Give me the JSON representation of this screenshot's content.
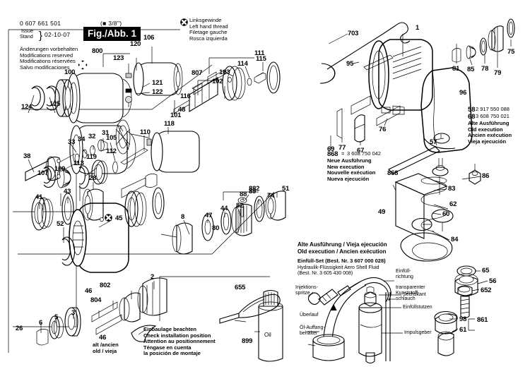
{
  "header": {
    "part_number": "0 607 661 501",
    "size": "(■ 3/8\")",
    "issue_label": "Issue",
    "stand_label": "Stand",
    "issue_date": "02-10-07",
    "figure": "Fig./Abb. 1",
    "notes": [
      "Änderungen vorbehalten",
      "Modifications reserved",
      "Modifications réservées",
      "Salvo modificaciones"
    ]
  },
  "left_thread_note": {
    "icon": "left-hand-thread-icon",
    "lines": [
      "Linksgewinde",
      "Left hand thread",
      "Filetage gauche",
      "Rosca izquierda"
    ]
  },
  "old_exec_note": {
    "rows": [
      {
        "ref": "58",
        "number": "2 917 550 088"
      },
      {
        "ref": "68",
        "number": "3 608 750 021"
      }
    ],
    "lines": [
      "Alte Ausführung",
      "Old execution",
      "Ancien exécution",
      "Vieja ejecución"
    ]
  },
  "new_exec_note": {
    "ref": "868",
    "equals": "=",
    "number": "3 608 750 042",
    "lines": [
      "Neue Ausführung",
      "New execution",
      "Nouvelle exécution",
      "Nueva ejecución"
    ],
    "callout": "868"
  },
  "install_note": {
    "lines": [
      "Einbaulage beachten",
      "Check installation position",
      "Attention au positionnement",
      "Téngase en cuenta",
      "la posición de montaje"
    ]
  },
  "old_variant_note": {
    "ref": "46",
    "lines": [
      "alt /ancien",
      "old / vieja"
    ]
  },
  "fill_set": {
    "title_lines": [
      "Alte Ausführung / Vieja ejecución",
      "Old execution / Ancien exécution"
    ],
    "set_line": "Einfüll-Set (Best. Nr. 3 607 000 028)",
    "fluid_lines": [
      "Hydraulik-Flüssigkeit Aero Shell Fluid",
      "(Best. Nr. 3 605 430 008)"
    ],
    "callouts": [
      {
        "name": "injection-syringe",
        "text": "Injektions-\nspritze"
      },
      {
        "name": "overflow",
        "text": "Überlauf"
      },
      {
        "name": "oil-collector",
        "text": "Öl-Auffang-\nbehälter"
      },
      {
        "name": "fill-direction",
        "text": "Einfüll-\nrichtung"
      },
      {
        "name": "plastic-hose",
        "text": "transparenter\nKunststoff-\nschlauch"
      },
      {
        "name": "hexagon",
        "text": "Sechskant"
      },
      {
        "name": "filler-neck",
        "text": "Einfüllstutzen"
      },
      {
        "name": "pulse-unit",
        "text": "Impulsgeber"
      }
    ]
  },
  "oil_bottle": {
    "label": "Oil",
    "ref": "899"
  },
  "screwdriver": {
    "ref": "655"
  },
  "callouts": {
    "group_a": [
      "800",
      "123",
      "120",
      "106",
      "121",
      "122",
      "100",
      "125",
      "124",
      "107",
      "109",
      "113",
      "119",
      "112",
      "110",
      "105",
      "118",
      "43",
      "41",
      "52",
      "45",
      "802",
      "804",
      "2",
      "3",
      "5",
      "6",
      "26",
      "46",
      "8",
      "47",
      "28",
      "80",
      "44",
      "82",
      "88",
      "89",
      "882",
      "74",
      "51",
      "101",
      "102",
      "116",
      "807",
      "103",
      "114",
      "115",
      "111",
      "33",
      "34",
      "32",
      "31",
      "38",
      "48",
      "1"
    ],
    "right_side": [
      "703",
      "95",
      "1",
      "81",
      "85",
      "78",
      "79",
      "75",
      "96",
      "69",
      "77",
      "67",
      "76",
      "57",
      "49",
      "86",
      "83",
      "62",
      "60",
      "84",
      "65",
      "56",
      "652",
      "98",
      "861",
      "61"
    ]
  },
  "numbers": {
    "n800": "800",
    "n123": "123",
    "n120": "120",
    "n106": "106",
    "n121": "121",
    "n122": "122",
    "n100": "100",
    "n125": "125",
    "n124": "124",
    "n107": "107",
    "n109": "109",
    "n113": "113",
    "n119": "119",
    "n112": "112",
    "n110": "110",
    "n105": "105",
    "n118": "118",
    "n43": "43",
    "n41": "41",
    "n52": "52",
    "n45": "45",
    "n802": "802",
    "n804": "804",
    "n2": "2",
    "n3": "3",
    "n5": "5",
    "n6": "6",
    "n26": "26",
    "n46": "46",
    "n8": "8",
    "n47": "47",
    "n28": "28",
    "n80": "80",
    "n44": "44",
    "n82": "82",
    "n88": "88",
    "n89": "89",
    "n882": "882",
    "n74": "74",
    "n51": "51",
    "n101": "101",
    "n102": "102",
    "n116": "116",
    "n807": "807",
    "n103": "103",
    "n114": "114",
    "n115": "115",
    "n111": "111",
    "n33": "33",
    "n34": "34",
    "n32": "32",
    "n31": "31",
    "n38": "38",
    "n48": "48",
    "n703": "703",
    "n95": "95",
    "n1": "1",
    "n81": "81",
    "n85": "85",
    "n78": "78",
    "n79": "79",
    "n75": "75",
    "n96": "96",
    "n69": "69",
    "n77": "77",
    "n67": "67",
    "n76": "76",
    "n57": "57",
    "n49": "49",
    "n86": "86",
    "n83": "83",
    "n62": "62",
    "n60": "60",
    "n84": "84",
    "n65": "65",
    "n56": "56",
    "n652": "652",
    "n98": "98",
    "n861": "861",
    "n61": "61"
  }
}
